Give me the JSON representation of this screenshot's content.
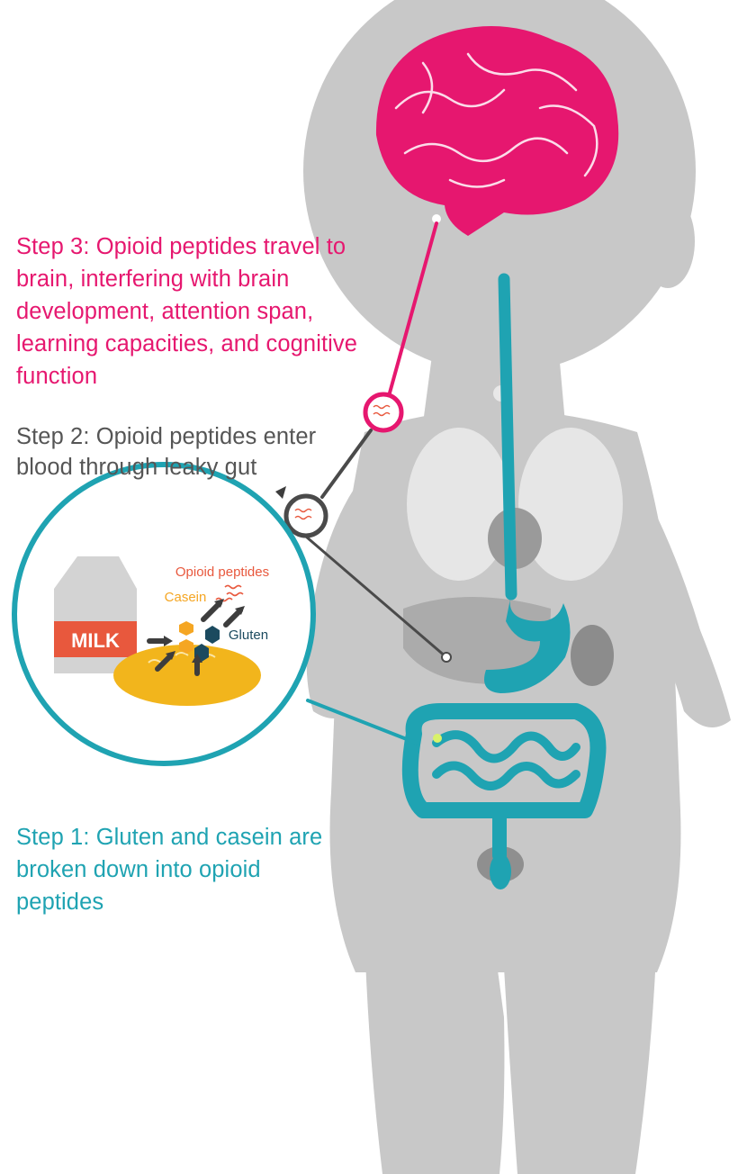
{
  "colors": {
    "brain": "#e6176f",
    "teal": "#1fa3b2",
    "body": "#c7c7c7",
    "organs": "#b4b4b4",
    "step2_text": "#555555",
    "bread": "#f2b51c",
    "milk_label": "#e8583d",
    "casein": "#f5a623",
    "gluten": "#1b4a5f",
    "peptides": "#e8583d"
  },
  "steps": {
    "step3": "Step 3: Opioid peptides travel to brain, interfering with brain development, attention span, learning capacities, and cognitive function",
    "step2": "Step 2: Opioid peptides enter blood through leaky gut",
    "step1": "Step 1: Gluten and casein are broken down into opioid peptides"
  },
  "inset": {
    "milk": "MILK",
    "casein": "Casein",
    "gluten": "Gluten",
    "opioid_peptides": "Opioid peptides"
  }
}
